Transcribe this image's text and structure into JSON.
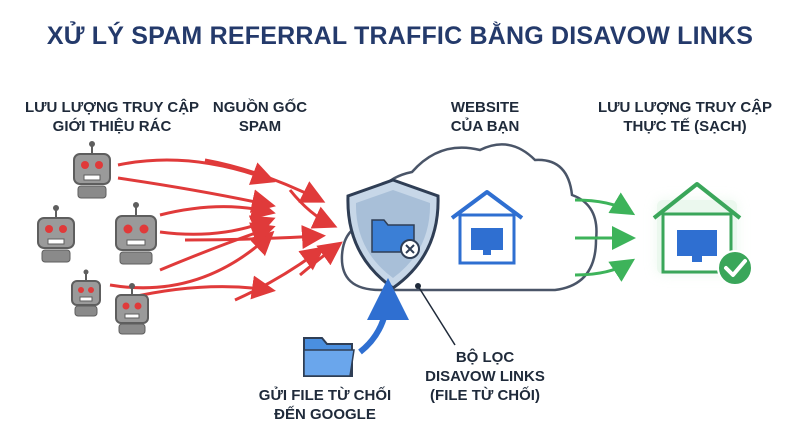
{
  "title": "XỬ LÝ SPAM REFERRAL TRAFFIC BẰNG DISAVOW LINKS",
  "labels": {
    "spam_traffic": [
      "LƯU LƯỢNG TRUY CẬP",
      "GIỚI THIỆU RÁC"
    ],
    "spam_source": [
      "NGUỒN GỐC",
      "SPAM"
    ],
    "your_website": [
      "WEBSITE",
      "CỦA BẠN"
    ],
    "real_traffic": [
      "LƯU LƯỢNG TRUY CẬP",
      "THỰC TẾ (SẠCH)"
    ],
    "disavow_filter": [
      "BỘ LỌC",
      "DISAVOW LINKS",
      "(FILE TỪ CHỐI)"
    ],
    "send_file": [
      "GỬI FILE TỪ CHỐI",
      "ĐẾN GOOGLE"
    ]
  },
  "colors": {
    "title": "#243a6b",
    "spam_arrow": "#e03a3a",
    "clean_arrow": "#3db35a",
    "robot": "#9a9a9a",
    "robot_eye": "#e03a3a",
    "house_blue": "#2f6fd1",
    "house_green": "#3aa65a",
    "shield": "#8aa9c8",
    "folder": "#4a8fe0"
  },
  "icons": {
    "robots": "spam-bot-icon",
    "shield": "shield-icon",
    "folder": "folder-icon",
    "cloud": "cloud-icon",
    "house": "house-icon",
    "check": "check-icon"
  }
}
